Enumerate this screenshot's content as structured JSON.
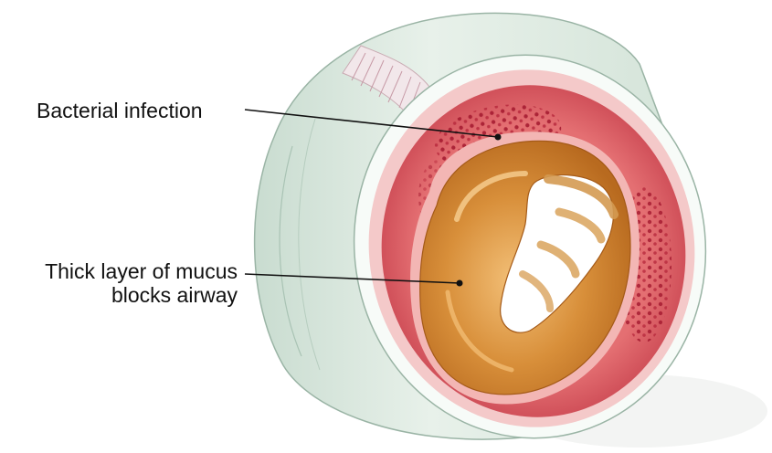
{
  "labels": {
    "bacterial_infection": "Bacterial infection",
    "mucus_line1": "Thick layer of mucus",
    "mucus_line2": "blocks airway"
  },
  "colors": {
    "outer_wall": "#dde9e1",
    "outer_wall_shade": "#bcd3c6",
    "cartilage": "#f3c8c8",
    "mucosa": "#d9535e",
    "submucosa": "#f6b9b6",
    "inflamed_tissue": "#b5263a",
    "mucus": "#c77c2a",
    "mucus_highlight": "#f0b766",
    "airway_lumen": "#ffffff",
    "leader_line": "#111111"
  }
}
